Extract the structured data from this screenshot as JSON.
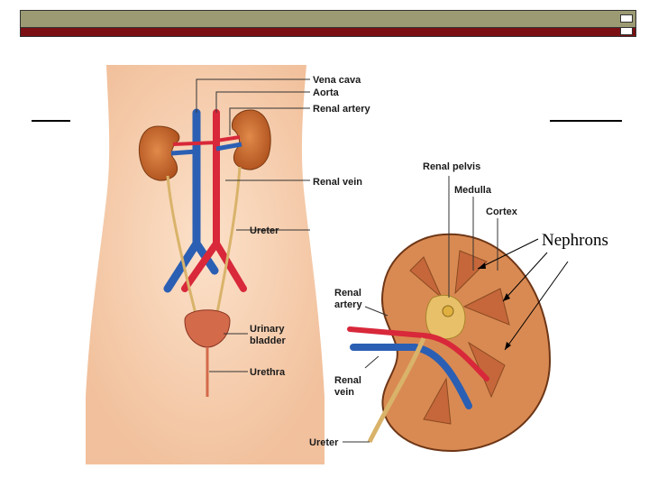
{
  "labels": {
    "vena_cava": "Vena cava",
    "aorta": "Aorta",
    "renal_artery_top": "Renal artery",
    "renal_vein_top": "Renal vein",
    "ureter_left": "Ureter",
    "urinary": "Urinary",
    "bladder": "bladder",
    "urethra": "Urethra",
    "renal_pelvis": "Renal pelvis",
    "medulla": "Medulla",
    "cortex": "Cortex",
    "renal_artery_1": "Renal",
    "renal_artery_2": "artery",
    "renal_vein_1": "Renal",
    "renal_vein_2": "vein",
    "ureter_bottom": "Ureter"
  },
  "callout": "Nephrons",
  "colors": {
    "header_bar": "#9c9a73",
    "header_red": "#7a0f14",
    "skin": "#f6c9a2",
    "artery": "#d8283a",
    "vein": "#2b5fb3",
    "kidney": "#c8682c",
    "ureter": "#d9b36a"
  }
}
